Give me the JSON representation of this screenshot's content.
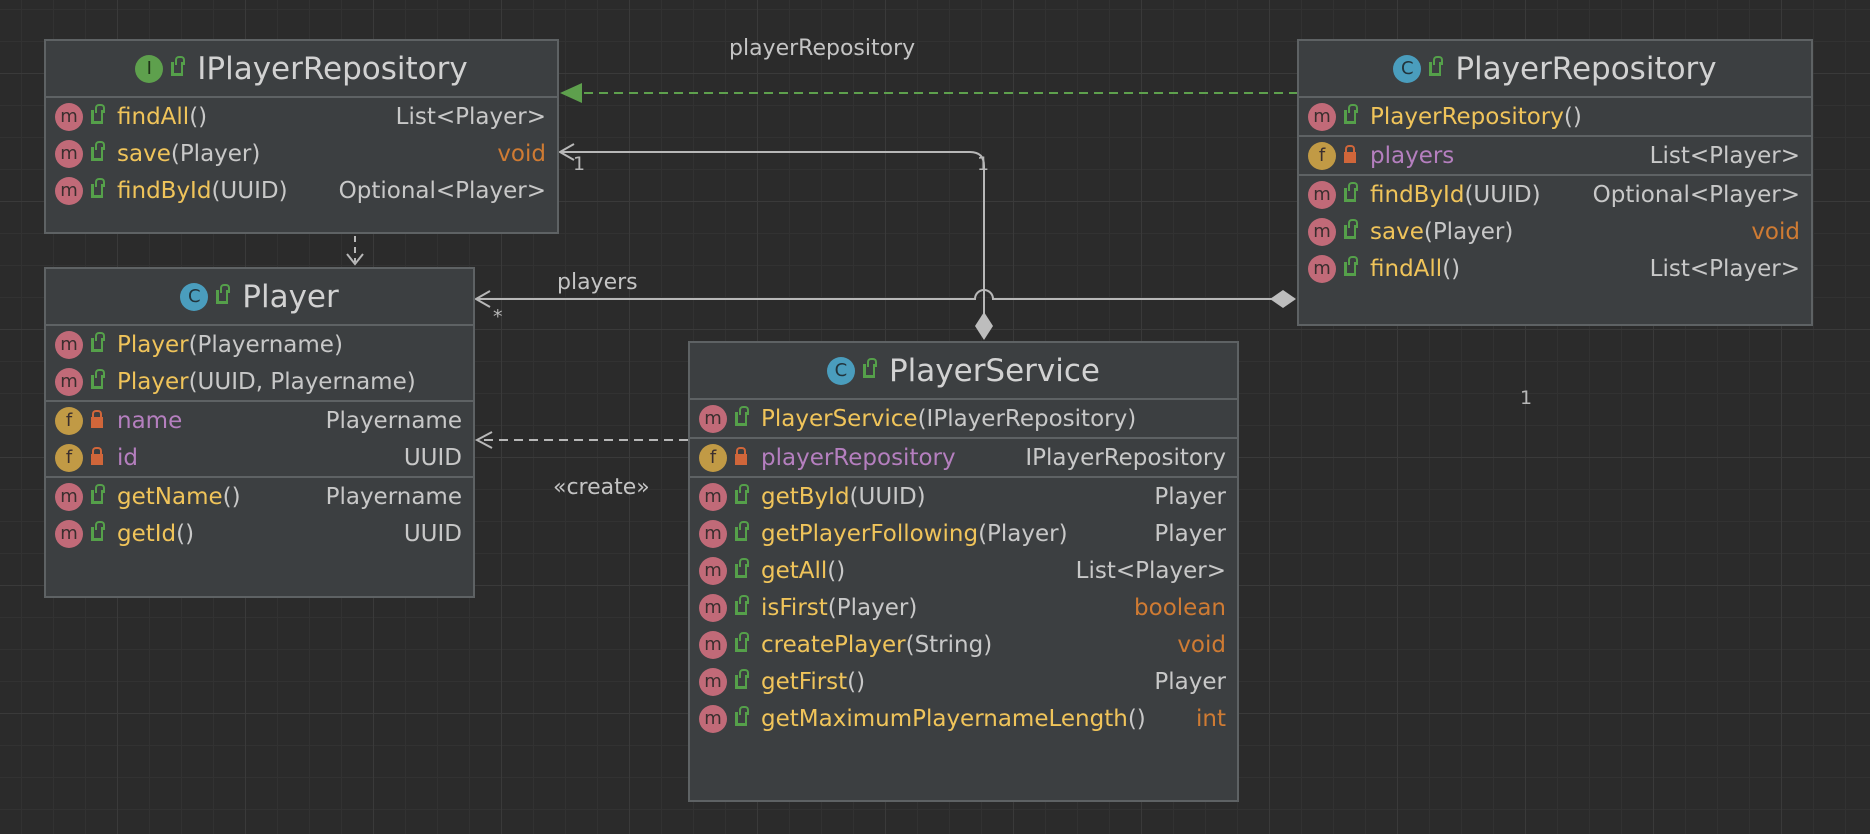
{
  "classes": {
    "iplayerrepository": {
      "kind": "I",
      "name": "IPlayerRepository",
      "rows": [
        {
          "kind": "m",
          "vis": "pub",
          "name": "findAll",
          "args": "()",
          "type": "List<Player>",
          "type_kw": false
        },
        {
          "kind": "m",
          "vis": "pub",
          "name": "save",
          "args": "(Player)",
          "type": "void",
          "type_kw": true
        },
        {
          "kind": "m",
          "vis": "pub",
          "name": "findById",
          "args": "(UUID)",
          "type": "Optional<Player>",
          "type_kw": false
        }
      ]
    },
    "player": {
      "kind": "C",
      "name": "Player",
      "rows": [
        {
          "kind": "m",
          "vis": "pub",
          "name": "Player",
          "args": "(Playername)",
          "type": "",
          "type_kw": false
        },
        {
          "kind": "m",
          "vis": "pub",
          "name": "Player",
          "args": "(UUID, Playername)",
          "type": "",
          "type_kw": false
        },
        {
          "kind": "f",
          "vis": "priv",
          "name": "name",
          "args": "",
          "type": "Playername",
          "type_kw": false
        },
        {
          "kind": "f",
          "vis": "priv",
          "name": "id",
          "args": "",
          "type": "UUID",
          "type_kw": false
        },
        {
          "kind": "m",
          "vis": "pub",
          "name": "getName",
          "args": "()",
          "type": "Playername",
          "type_kw": false
        },
        {
          "kind": "m",
          "vis": "pub",
          "name": "getId",
          "args": "()",
          "type": "UUID",
          "type_kw": false
        }
      ]
    },
    "playerrepository": {
      "kind": "C",
      "name": "PlayerRepository",
      "rows": [
        {
          "kind": "m",
          "vis": "pub",
          "name": "PlayerRepository",
          "args": "()",
          "type": "",
          "type_kw": false
        },
        {
          "kind": "f",
          "vis": "priv",
          "name": "players",
          "args": "",
          "type": "List<Player>",
          "type_kw": false
        },
        {
          "kind": "m",
          "vis": "pub",
          "name": "findById",
          "args": "(UUID)",
          "type": "Optional<Player>",
          "type_kw": false
        },
        {
          "kind": "m",
          "vis": "pub",
          "name": "save",
          "args": "(Player)",
          "type": "void",
          "type_kw": true
        },
        {
          "kind": "m",
          "vis": "pub",
          "name": "findAll",
          "args": "()",
          "type": "List<Player>",
          "type_kw": false
        }
      ]
    },
    "playerservice": {
      "kind": "C",
      "name": "PlayerService",
      "rows": [
        {
          "kind": "m",
          "vis": "pub",
          "name": "PlayerService",
          "args": "(IPlayerRepository)",
          "type": "",
          "type_kw": false
        },
        {
          "kind": "f",
          "vis": "priv",
          "name": "playerRepository",
          "args": "",
          "type": "IPlayerRepository",
          "type_kw": false
        },
        {
          "kind": "m",
          "vis": "pub",
          "name": "getById",
          "args": "(UUID)",
          "type": "Player",
          "type_kw": false
        },
        {
          "kind": "m",
          "vis": "pub",
          "name": "getPlayerFollowing",
          "args": "(Player)",
          "type": "Player",
          "type_kw": false
        },
        {
          "kind": "m",
          "vis": "pub",
          "name": "getAll",
          "args": "()",
          "type": "List<Player>",
          "type_kw": false
        },
        {
          "kind": "m",
          "vis": "pub",
          "name": "isFirst",
          "args": "(Player)",
          "type": "boolean",
          "type_kw": true
        },
        {
          "kind": "m",
          "vis": "pub",
          "name": "createPlayer",
          "args": "(String)",
          "type": "void",
          "type_kw": true
        },
        {
          "kind": "m",
          "vis": "pub",
          "name": "getFirst",
          "args": "()",
          "type": "Player",
          "type_kw": false
        },
        {
          "kind": "m",
          "vis": "pub",
          "name": "getMaximumPlayernameLength",
          "args": "()",
          "type": "int",
          "type_kw": true
        }
      ]
    }
  },
  "edge_labels": {
    "player_repository": "playerRepository",
    "players": "players",
    "create": "«create»",
    "mult_one_a": "1",
    "mult_one_b": "1",
    "mult_many": "*",
    "mult_one_c": "1"
  },
  "colors": {
    "background": "#2b2b2b",
    "box": "#3c3f41",
    "border": "#5e6264",
    "method_name": "#f0c45a",
    "field_name": "#b57fbf",
    "keyword_type": "#cf7b33",
    "realization_arrow": "#5ea04d",
    "edge": "#b8b8b8"
  }
}
